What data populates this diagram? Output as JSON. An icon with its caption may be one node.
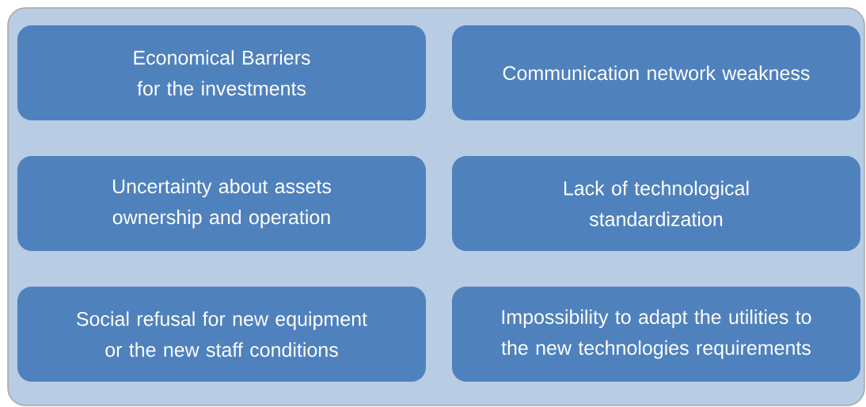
{
  "diagram": {
    "nodes": [
      {
        "text": [],
        "shape": "box"
      },
      {
        "text": [
          "Economical Barriers for the investments"
        ],
        "in": 0
      },
      {
        "text": [
          "Communication network weakness"
        ],
        "in": 0
      },
      {
        "text": [
          "Uncertainty about assets ownership and operation"
        ],
        "in": 0
      },
      {
        "text": [
          "Lack of technological standardization"
        ],
        "in": 0
      },
      {
        "text": [
          "Social refusal for new equipment or the new staff conditions"
        ],
        "in": 0
      },
      {
        "text": [
          "Impossibility to adapt the utilities to the new technologies requirements"
        ],
        "in": 0
      }
    ]
  }
}
